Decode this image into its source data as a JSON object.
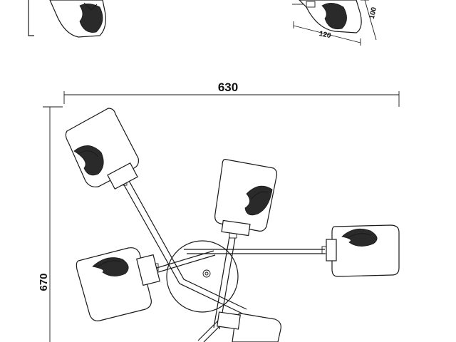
{
  "dimensions": {
    "width_label": "630",
    "height_label": "670",
    "shade_width_label": "120",
    "shade_height_label": "100"
  }
}
